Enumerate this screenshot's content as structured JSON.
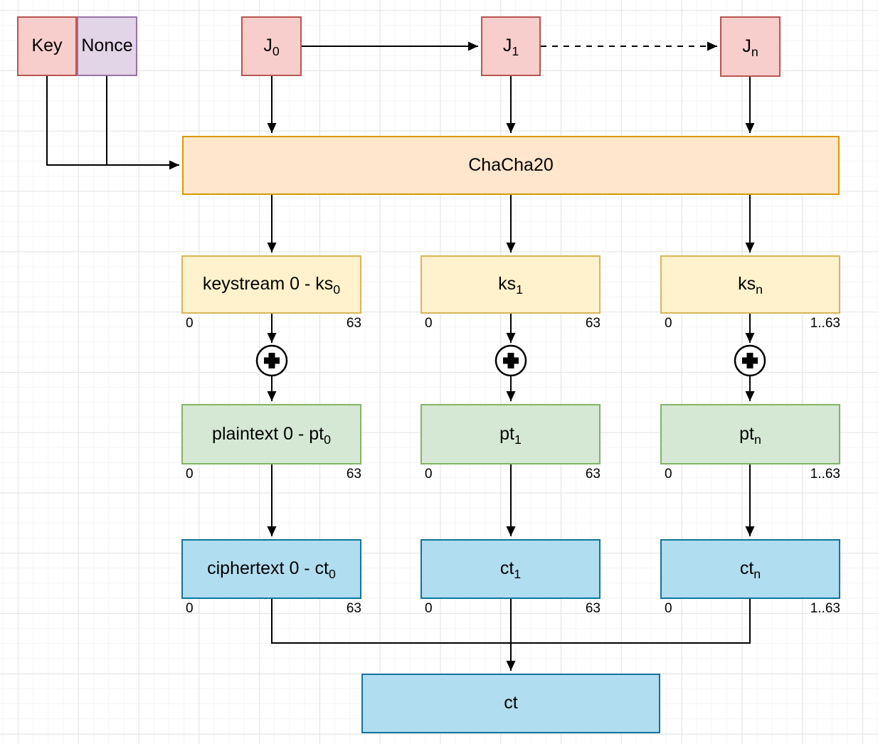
{
  "diagram": {
    "type": "flow-diagram",
    "subject": "ChaCha20 stream cipher encryption"
  },
  "palette": {
    "pink_fill": "#f8cecc",
    "pink_stroke": "#b85450",
    "purple_fill": "#e1d5e7",
    "purple_stroke": "#9673a6",
    "orange_fill": "#ffe6cc",
    "orange_stroke": "#d79b00",
    "yellow_fill": "#fff2cc",
    "yellow_stroke": "#d6b656",
    "green_fill": "#d5e8d4",
    "green_stroke": "#82b366",
    "blue_fill": "#b1ddf0",
    "blue_stroke": "#10739e",
    "line_color": "#000000",
    "grid_major": "#e4e4e4",
    "grid_minor": "#f5f5f5"
  },
  "nodes": {
    "key": {
      "label": "Key"
    },
    "nonce": {
      "label": "Nonce"
    },
    "j0": {
      "base": "J",
      "sub": "0"
    },
    "j1": {
      "base": "J",
      "sub": "1"
    },
    "jn": {
      "base": "J",
      "sub": "n"
    },
    "chacha20": {
      "label": "ChaCha20"
    },
    "ct_final": {
      "label": "ct"
    }
  },
  "columns": [
    {
      "keystream": {
        "base": "keystream 0 - ks",
        "sub": "0"
      },
      "plaintext": {
        "base": "plaintext 0 - pt",
        "sub": "0"
      },
      "ciphertext": {
        "base": "ciphertext 0 - ct",
        "sub": "0"
      },
      "bit_start": "0",
      "bit_end": "63"
    },
    {
      "keystream": {
        "base": "ks",
        "sub": "1"
      },
      "plaintext": {
        "base": "pt",
        "sub": "1"
      },
      "ciphertext": {
        "base": "ct",
        "sub": "1"
      },
      "bit_start": "0",
      "bit_end": "63"
    },
    {
      "keystream": {
        "base": "ks",
        "sub": "n"
      },
      "plaintext": {
        "base": "pt",
        "sub": "n"
      },
      "ciphertext": {
        "base": "ct",
        "sub": "n"
      },
      "bit_start": "0",
      "bit_end": "1..63"
    }
  ],
  "icons": {
    "xor": "circled-plus"
  }
}
